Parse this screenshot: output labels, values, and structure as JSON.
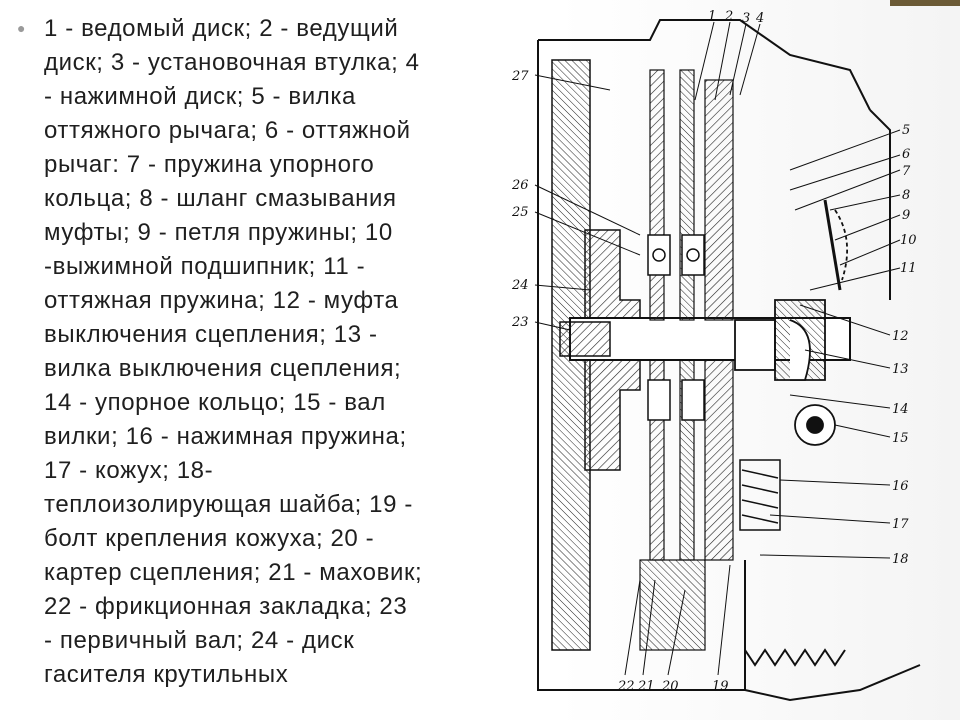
{
  "legend": {
    "bullet_icon": "bullet-dot",
    "lines": [
      "1 - ведомый диск; 2 - ведущий",
      "диск; 3 - установочная втулка; 4",
      "- нажимной диск; 5 - вилка",
      "оттяжного рычага; 6 - оттяжной",
      "рычаг: 7 - пружина упорного",
      "кольца; 8 - шланг смазывания",
      "муфты; 9 - петля пружины; 10",
      "-выжимной подшипник; 11 -",
      "оттяжная пружина; 12 - муфта",
      "выключения сцепления; 13 -",
      "вилка выключения сцепления;",
      "14 - упорное кольцо; 15 - вал",
      "вилки; 16 - нажимная пружина;",
      "17 - кожух; 18-",
      "теплоизолирующая шайба; 19 -",
      "болт крепления кожуха; 20 -",
      "картер сцепления; 21 - маховик;",
      "22 - фрикционная закладка; 23",
      "- первичный вал; 24 - диск",
      "гасителя крутильных"
    ]
  },
  "diagram": {
    "callouts_top": [
      "1",
      "2",
      "3",
      "4"
    ],
    "callouts_right": [
      "5",
      "6",
      "7",
      "8",
      "9",
      "10",
      "11",
      "12",
      "13",
      "14",
      "15",
      "16",
      "17",
      "18"
    ],
    "callouts_left": [
      "27",
      "26",
      "25",
      "24",
      "23"
    ],
    "callouts_bottom": [
      "22",
      "21",
      "20",
      "19"
    ]
  }
}
